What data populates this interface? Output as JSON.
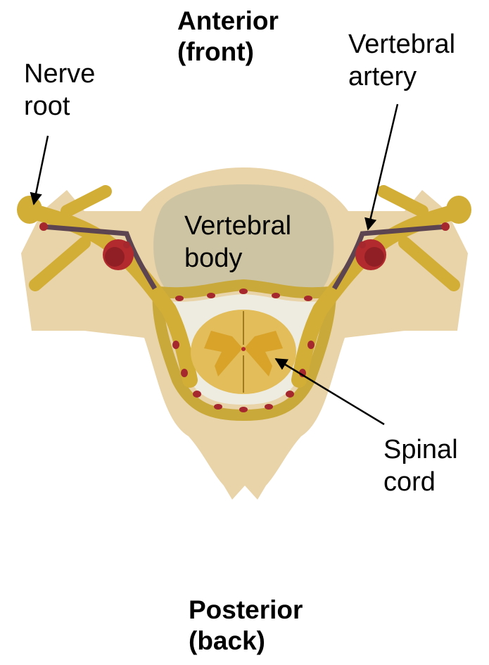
{
  "labels": {
    "anterior": {
      "line1": "Anterior",
      "line2": "(front)"
    },
    "posterior": {
      "line1": "Posterior",
      "line2": "(back)"
    },
    "nerve_root": {
      "line1": "Nerve",
      "line2": "root"
    },
    "vertebral_artery": {
      "line1": "Vertebral",
      "line2": "artery"
    },
    "vertebral_body": {
      "line1": "Vertebral",
      "line2": "body"
    },
    "spinal_cord": {
      "line1": "Spinal",
      "line2": "cord"
    }
  },
  "colors": {
    "bone": "#e9d3a8",
    "vertebral_body": "#cdc4a3",
    "dura": "#c9a93a",
    "nerve": "#d2ae36",
    "canal_fluid": "#eeece0",
    "cord": "#e2bd5a",
    "gray_matter": "#d9a32a",
    "artery": "#b22a2e",
    "vessel_dot": "#a4282e",
    "vein": "#5c4450",
    "arrow": "#000000"
  }
}
